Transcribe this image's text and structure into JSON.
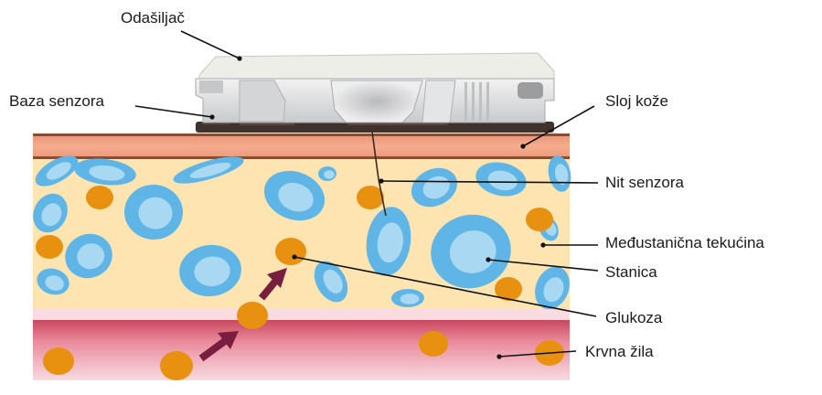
{
  "labels": {
    "transmitter": "Odašiljač",
    "sensor_base": "Baza senzora",
    "skin_layer": "Sloj kože",
    "sensor_filament": "Nit senzora",
    "interstitial_fluid": "Međustanična tekućina",
    "cell": "Stanica",
    "glucose": "Glukoza",
    "blood_vessel": "Krvna žila"
  },
  "colors": {
    "skin": "#f0a383",
    "interstitial": "#fde4b0",
    "cell_outer": "#5fb6e6",
    "cell_inner": "#a9d8f3",
    "glucose": "#e8900f",
    "arrow": "#7a1e40",
    "blood_top": "#d24f67",
    "blood_bottom": "#f7d5dc",
    "device_body": "#d9dadb",
    "device_base": "#4a3a33"
  }
}
